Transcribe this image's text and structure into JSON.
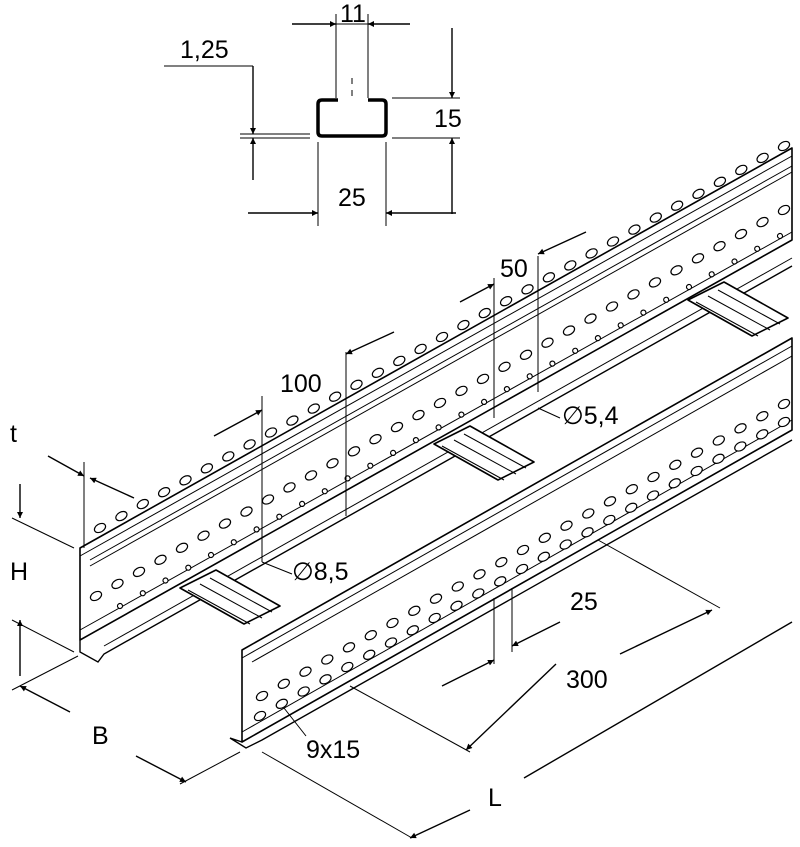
{
  "profile": {
    "dim_width_inner": "11",
    "dim_thickness": "1,25",
    "dim_height": "15",
    "dim_width": "25"
  },
  "tray": {
    "dim_pitch_100": "100",
    "dim_pitch_50": "50",
    "dim_hole_5_4": "∅5,4",
    "dim_hole_8_5": "∅8,5",
    "dim_rung_25": "25",
    "dim_rung_300": "300",
    "dim_slot": "9x15",
    "dim_t": "t",
    "dim_H": "H",
    "dim_B": "B",
    "dim_L": "L"
  }
}
